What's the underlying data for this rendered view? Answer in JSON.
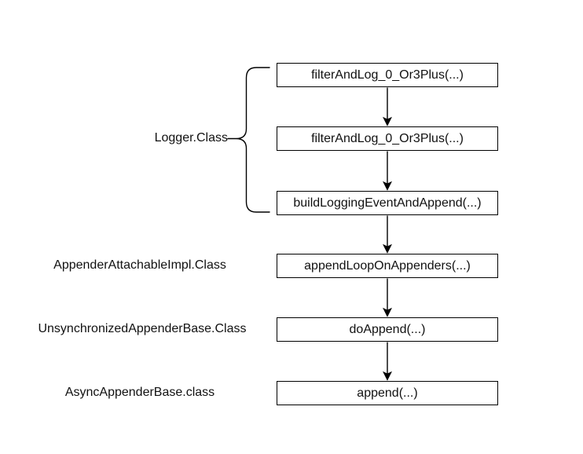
{
  "diagram": {
    "nodes": [
      {
        "label": "filterAndLog_0_Or3Plus(...)"
      },
      {
        "label": "filterAndLog_0_Or3Plus(...)"
      },
      {
        "label": "buildLoggingEventAndAppend(...)"
      },
      {
        "label": "appendLoopOnAppenders(...)"
      },
      {
        "label": "doAppend(...)"
      },
      {
        "label": "append(...)"
      }
    ],
    "class_labels": [
      {
        "text": "Logger.Class"
      },
      {
        "text": "AppenderAttachableImpl.Class"
      },
      {
        "text": "UnsynchronizedAppenderBase.Class"
      },
      {
        "text": "AsyncAppenderBase.class"
      }
    ],
    "colors": {
      "stroke": "#000000",
      "text": "#111111",
      "background": "#ffffff"
    }
  }
}
